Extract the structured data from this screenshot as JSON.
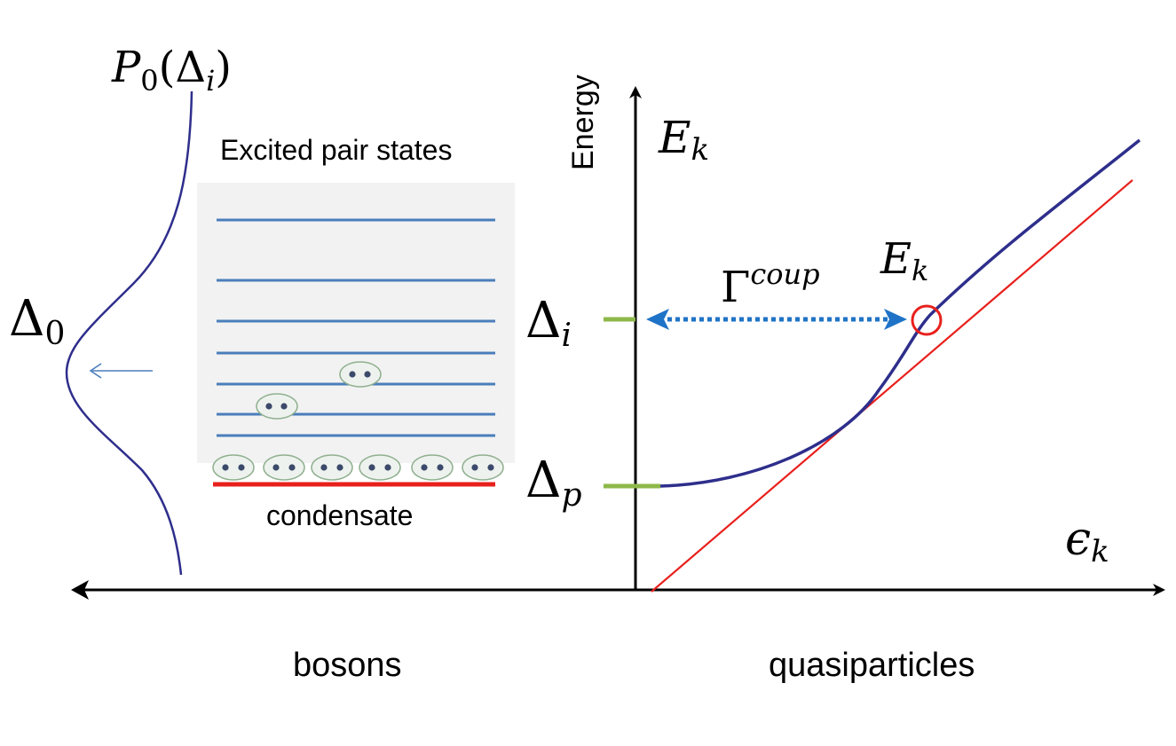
{
  "labels": {
    "excited_pair_states": "Excited pair states",
    "condensate": "condensate",
    "energy_axis": "Energy",
    "bosons": "bosons",
    "quasiparticles": "quasiparticles"
  },
  "math": {
    "p0": {
      "base": "P",
      "sub": "0",
      "arg_open": "(",
      "arg_base": "Δ",
      "arg_sub": "i",
      "arg_close": ")"
    },
    "delta0": {
      "base": "Δ",
      "sub": "0"
    },
    "delta_i": {
      "base": "Δ",
      "sub": "i"
    },
    "delta_p": {
      "base": "Δ",
      "sub": "p"
    },
    "ek_axis": {
      "base": "E",
      "sub": "k"
    },
    "ek_point": {
      "base": "E",
      "sub": "k"
    },
    "eps_k": {
      "base": "ϵ",
      "sub": "k"
    },
    "gamma": {
      "base": "Γ",
      "sup": "coup"
    }
  },
  "colors": {
    "axis": "#000000",
    "curve": "#2e2e8c",
    "level": "#4a7ebb",
    "condensate": "#e8201c",
    "red_line": "#e8201c",
    "gap_tick": "#8db84a",
    "coupling_arrow": "#1f73c7",
    "panel_bg": "#f2f2f2",
    "pair_dot": "#3b4a6b",
    "pair_ring": "#8fb08f",
    "left_arrow": "#4a7ebb"
  },
  "icons": {
    "pair": "electron-pair-ellipse",
    "resonance": "red-circle-marker"
  }
}
